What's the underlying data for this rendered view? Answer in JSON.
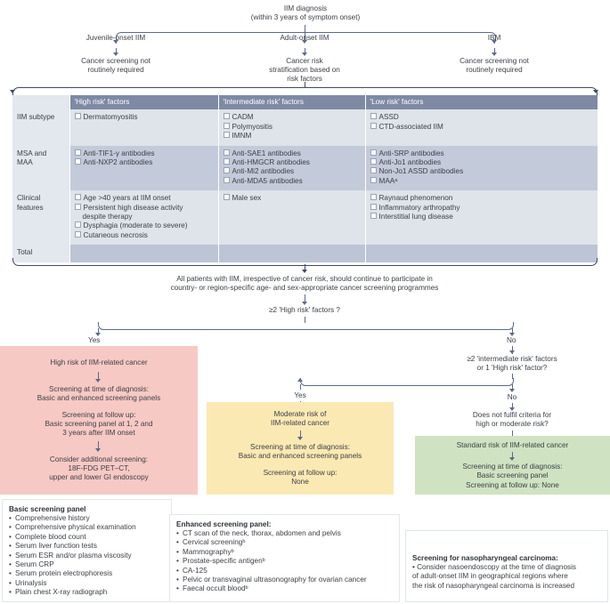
{
  "top": {
    "title_line1": "IIM diagnosis",
    "title_line2": "(within 3 years of symptom onset)",
    "branches": [
      {
        "label": "Juvenile-onset IIM",
        "outcome_line1": "Cancer screening not",
        "outcome_line2": "routinely required",
        "outcome_line3": ""
      },
      {
        "label": "Adult-onset IIM",
        "outcome_line1": "Cancer risk",
        "outcome_line2": "stratification based on",
        "outcome_line3": "risk factors"
      },
      {
        "label": "IBM",
        "outcome_line1": "Cancer screening not",
        "outcome_line2": "routinely required",
        "outcome_line3": ""
      }
    ]
  },
  "risk_table": {
    "columns": [
      "",
      "'High risk' factors",
      "'Intermediate risk' factors",
      "'Low risk' factors"
    ],
    "rows": [
      {
        "label_line1": "IIM subtype",
        "label_line2": "",
        "high": [
          "Dermatomyositis"
        ],
        "intermediate": [
          "CADM",
          "Polymyositis",
          "IMNM"
        ],
        "low": [
          "ASSD",
          "CTD-associated IIM"
        ]
      },
      {
        "label_line1": "MSA and",
        "label_line2": "MAA",
        "high": [
          "Anti-TIF1-γ antibodies",
          "Anti-NXP2 antibodies"
        ],
        "intermediate": [
          "Anti-SAE1 antibodies",
          "Anti-HMGCR antibodies",
          "Anti-Mi2 antibodies",
          "Anti-MDA5 antibodies"
        ],
        "low": [
          "Anti-SRP antibodies",
          "Anti-Jo1 antibodies",
          "Non-Jo1 ASSD antibodies",
          "MAAᵃ"
        ]
      },
      {
        "label_line1": "Clinical",
        "label_line2": "features",
        "high": [
          "Age >40 years at IIM onset",
          "Persistent high disease activity",
          "despite therapy",
          "Dysphagia (moderate to severe)",
          "Cutaneous necrosis"
        ],
        "high_indent": [
          false,
          false,
          true,
          false,
          false
        ],
        "intermediate": [
          "Male sex"
        ],
        "low": [
          "Raynaud phenomenon",
          "Inflammatory arthropathy",
          "Interstitial lung disease"
        ]
      }
    ],
    "total_label": "Total"
  },
  "middle": {
    "statement_line1": "All patients with IIM, irrespective of cancer risk, should continue to participate in",
    "statement_line2": "country- or region-specific age- and sex-appropriate cancer screening programmes",
    "question1": "≥2 'High risk' factors ?",
    "yes_label": "Yes",
    "no_label": "No",
    "question2_line1": "≥2 'intermediate risk' factors",
    "question2_line2": "or 1 'High risk' factor?",
    "yes_label2": "Yes",
    "no_label2": "No",
    "no_criteria_line1": "Does not fulfil criteria for",
    "no_criteria_line2": "high or moderate risk?"
  },
  "outcomes": {
    "high": {
      "title": "High risk of IIM-related cancer",
      "diag_line1": "Screening at time of diagnosis:",
      "diag_line2": "Basic and enhanced screening panels",
      "follow_line1": "Screening at follow up:",
      "follow_line2": "Basic screening panel at 1, 2 and",
      "follow_line3": "3 years after IIM onset",
      "extra_line1": "Consider additional screening:",
      "extra_line2": "18F-FDG PET–CT,",
      "extra_line3": "upper and lower GI endoscopy"
    },
    "moderate": {
      "title_line1": "Moderate risk of",
      "title_line2": "IIM-related cancer",
      "diag_line1": "Screening at time of diagnosis:",
      "diag_line2": "Basic and enhanced screening panels",
      "follow_line1": "Screening at follow up:",
      "follow_line2": "None"
    },
    "standard": {
      "title": "Standard risk of IIM-related cancer",
      "diag_line1": "Screening at time of diagnosis:",
      "diag_line2": "Basic screening panel",
      "follow_line1": "Screening at follow up: None"
    }
  },
  "panels": {
    "basic": {
      "title": "Basic screening panel",
      "items": [
        "Comprehensive history",
        "Comprehensive physical examination",
        "Complete blood count",
        "Serum liver function tests",
        "Serum ESR and/or plasma viscosity",
        "Serum CRP",
        "Serum protein electrophoresis",
        "Urinalysis",
        "Plain chest X-ray radiograph"
      ]
    },
    "enhanced": {
      "title": "Enhanced screening panel:",
      "items": [
        "CT scan of the neck, thorax, abdomen and pelvis",
        "Cervical screeningᵇ",
        "Mammographyᵇ",
        "Prostate-specific antigenᵇ",
        "CA-125",
        "Pelvic or transvaginal ultrasonography for ovarian cancer",
        "Faecal occult bloodᵇ"
      ]
    },
    "nasopharyngeal": {
      "title": "Screening for nasopharyngeal carcinoma:",
      "body_line1": "• Consider nasoendoscopy at the time of diagnosis",
      "body_line2": "of adult-onset IIM in geographical regions where",
      "body_line3": "the risk of nasopharyngeal carcinoma is increased"
    }
  },
  "colors": {
    "connector": "#5a6a8a",
    "table_header": "#7e8aa4",
    "high_risk_box": "#f7c9c4",
    "moderate_risk_box": "#fbe9b4",
    "standard_risk_box": "#cfe3c2"
  }
}
